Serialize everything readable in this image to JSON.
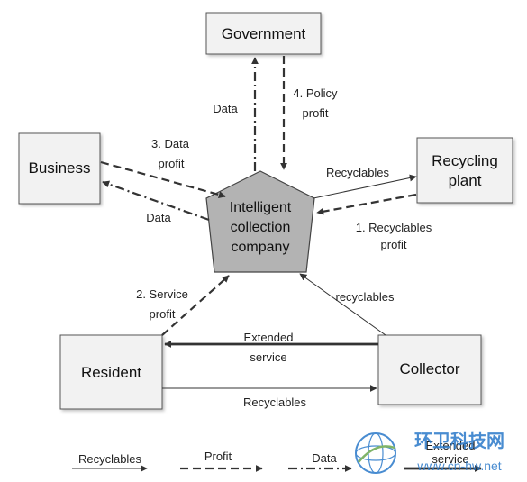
{
  "nodes": {
    "government": "Government",
    "business": "Business",
    "recycling_plant": [
      "Recycling",
      "plant"
    ],
    "center": [
      "Intelligent",
      "collection",
      "company"
    ],
    "resident": "Resident",
    "collector": "Collector"
  },
  "edge_labels": {
    "data_gov": "Data",
    "policy_profit": [
      "4. Policy",
      "profit"
    ],
    "data_profit_business": [
      "3. Data",
      "profit"
    ],
    "data_business": "Data",
    "recyclables_to_plant": "Recyclables",
    "recyclables_profit": [
      "1. Recyclables",
      "profit"
    ],
    "service_profit": [
      "2. Service",
      "profit"
    ],
    "recyclables_from_collector": "recyclables",
    "extended_service": [
      "Extended",
      "service"
    ],
    "recyclables_resident": "Recyclables"
  },
  "legend": {
    "recyclables": "Recyclables",
    "profit": "Profit",
    "data": "Data",
    "extended": [
      "Extended",
      "service"
    ]
  },
  "watermark": {
    "title": "环卫科技网",
    "url": "www.cn-hw.net"
  },
  "colors": {
    "box_fill": "#f2f2f2",
    "box_border": "#555555",
    "pentagon_fill": "#b3b3b3",
    "line": "#333333",
    "watermark": "#2a79c9"
  }
}
